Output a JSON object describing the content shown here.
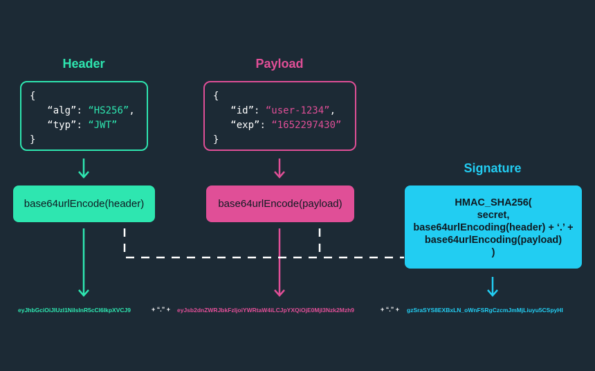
{
  "colors": {
    "background": "#1c2a35",
    "header": "#2ee6b0",
    "payload": "#e04f97",
    "signature": "#22cdf2",
    "connector": "#ffffff"
  },
  "header": {
    "title": "Header",
    "json": {
      "open": "{",
      "alg_key": "“alg”",
      "alg_value": "“HS256”",
      "typ_key": "“typ”",
      "typ_value": "“JWT”",
      "close": "}"
    },
    "encode_label": "base64urlEncode(header)",
    "token": "eyJhbGciOiJIUzI1NiIsInR5cCI6IkpXVCJ9"
  },
  "payload": {
    "title": "Payload",
    "json": {
      "open": "{",
      "id_key": "“id”",
      "id_value": "“user-1234”",
      "exp_key": "“exp”",
      "exp_value": "“1652297430”",
      "close": "}"
    },
    "encode_label": "base64urlEncode(payload)",
    "token": "eyJsb2dnZWRJbkFzIjoiYWRtaW4iLCJpYXQiOjE0MjI3Nzk2Mzh9"
  },
  "signature": {
    "title": "Signature",
    "lines": [
      "HMAC_SHA256(",
      "secret,",
      "base64urlEncoding(header) + ‘.’ +",
      "base64urlEncoding(payload)",
      ")"
    ],
    "token": "gzSraSYS8EXBxLN_oWnFSRgCzcmJmMjLiuyu5CSpyHI"
  },
  "joiners": [
    "+ “.” +",
    "+ “.” +"
  ]
}
